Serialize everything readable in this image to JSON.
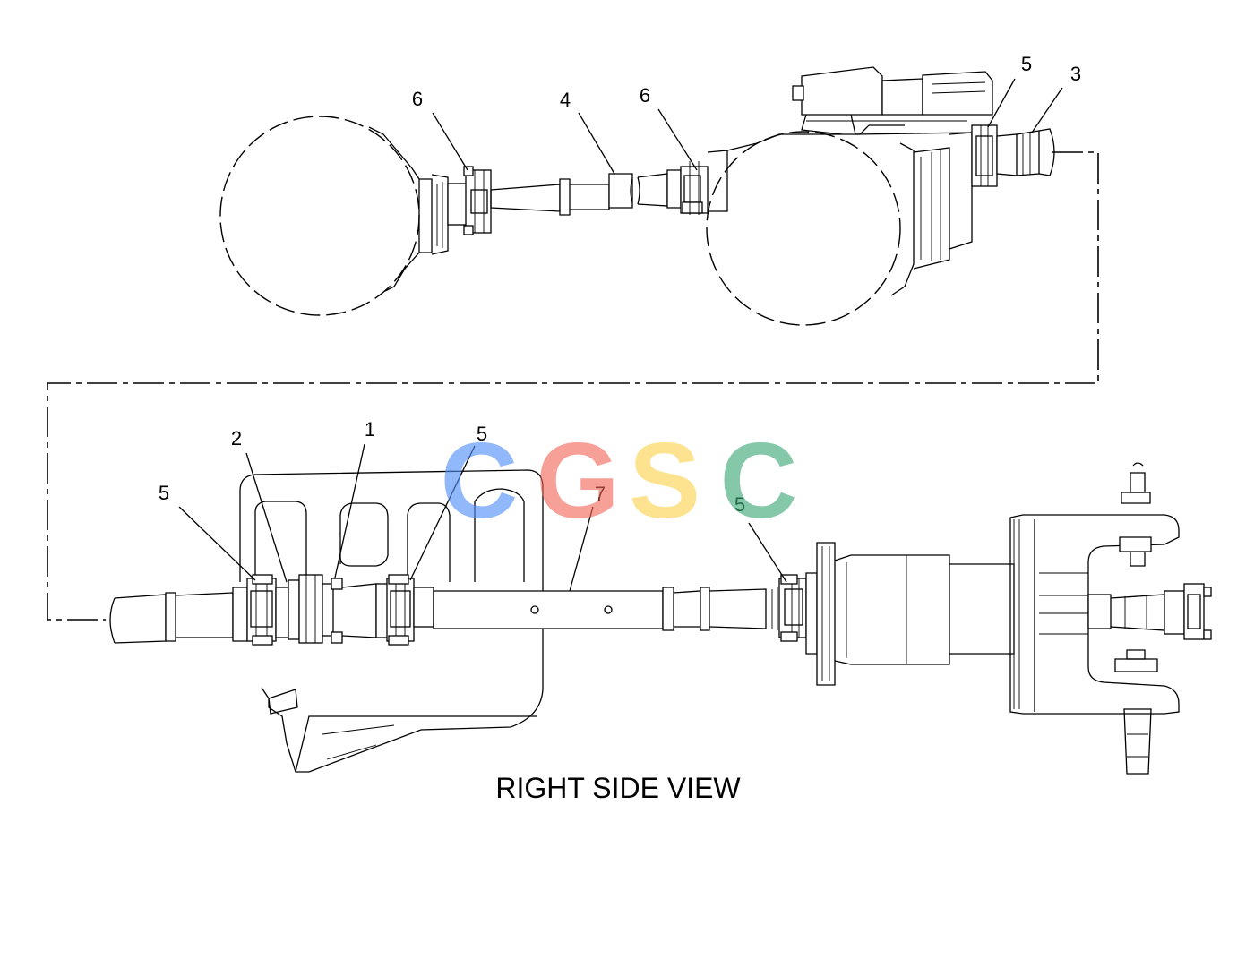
{
  "diagram": {
    "caption": "RIGHT SIDE VIEW",
    "callouts": {
      "top_6a": "6",
      "top_4": "4",
      "top_6b": "6",
      "top_5": "5",
      "top_3": "3",
      "bot_5a": "5",
      "bot_2": "2",
      "bot_1": "1",
      "bot_5b": "5",
      "bot_7": "7",
      "bot_5c": "5"
    }
  },
  "watermark": {
    "letters": [
      "C",
      "G",
      "S",
      "C"
    ],
    "colors": [
      "#4f8ef7",
      "#f2675a",
      "#fcd34d",
      "#3aa876"
    ]
  }
}
